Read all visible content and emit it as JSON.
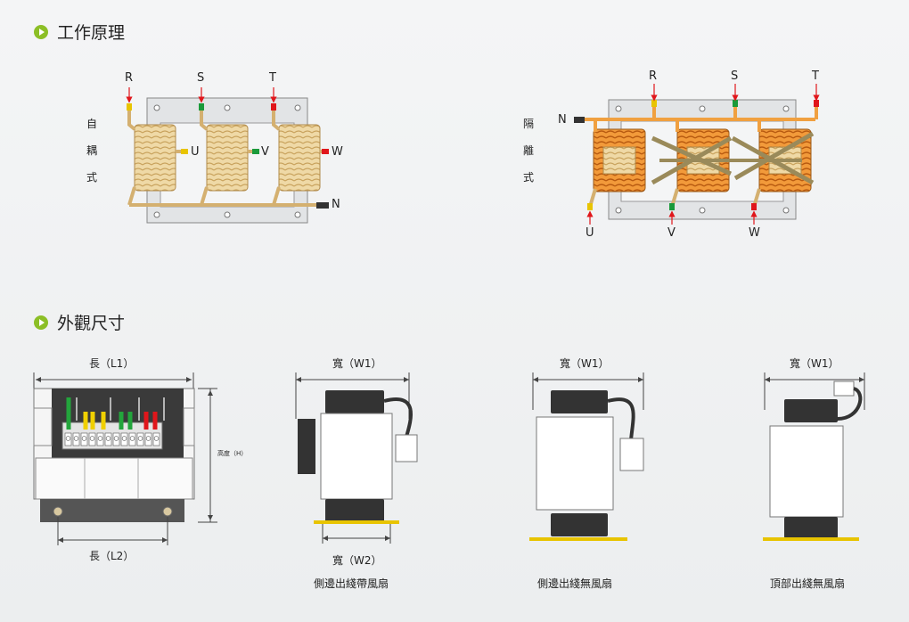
{
  "section1": {
    "title": "工作原理"
  },
  "section2": {
    "title": "外觀尺寸"
  },
  "auto": {
    "type_chars": [
      "自",
      "耦",
      "式"
    ],
    "phases_top": [
      "R",
      "S",
      "T"
    ],
    "outputs": [
      "U",
      "V",
      "W"
    ],
    "neutral": "N"
  },
  "isolated": {
    "type_chars": [
      "隔",
      "離",
      "式"
    ],
    "phases_top": [
      "R",
      "S",
      "T"
    ],
    "outputs": [
      "U",
      "V",
      "W"
    ],
    "neutral": "N"
  },
  "dims": {
    "length_l1": "長（L1）",
    "length_l2": "長（L2）",
    "height": "高度（H）",
    "width_w1": "寬（W1）",
    "width_w2": "寬（W2）"
  },
  "views": [
    {
      "caption": "側邊出綫帶風扇"
    },
    {
      "caption": "側邊出綫無風扇"
    },
    {
      "caption": "頂部出綫無風扇"
    }
  ],
  "colors": {
    "accent": "#8cbf26",
    "phase_r": "#e8c400",
    "phase_s": "#1a9a3a",
    "phase_t": "#e0161b",
    "coil": "#f0d9a0",
    "coil_hot": "#e87c1e"
  }
}
